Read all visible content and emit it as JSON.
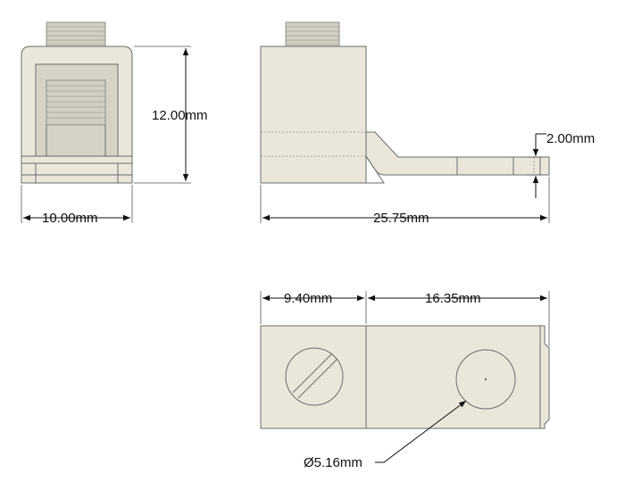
{
  "dimensions": {
    "front_height": "12.00mm",
    "front_width": "10.00mm",
    "side_length": "25.75mm",
    "tab_thickness": "2.00mm",
    "top_left_section": "9.40mm",
    "top_right_section": "16.35mm",
    "hole_diameter": "Ø5.16mm"
  },
  "colors": {
    "body": "#eae7da",
    "thread": "#d2cfc2",
    "outline": "#6b6b6b",
    "dimension": "#111111"
  }
}
